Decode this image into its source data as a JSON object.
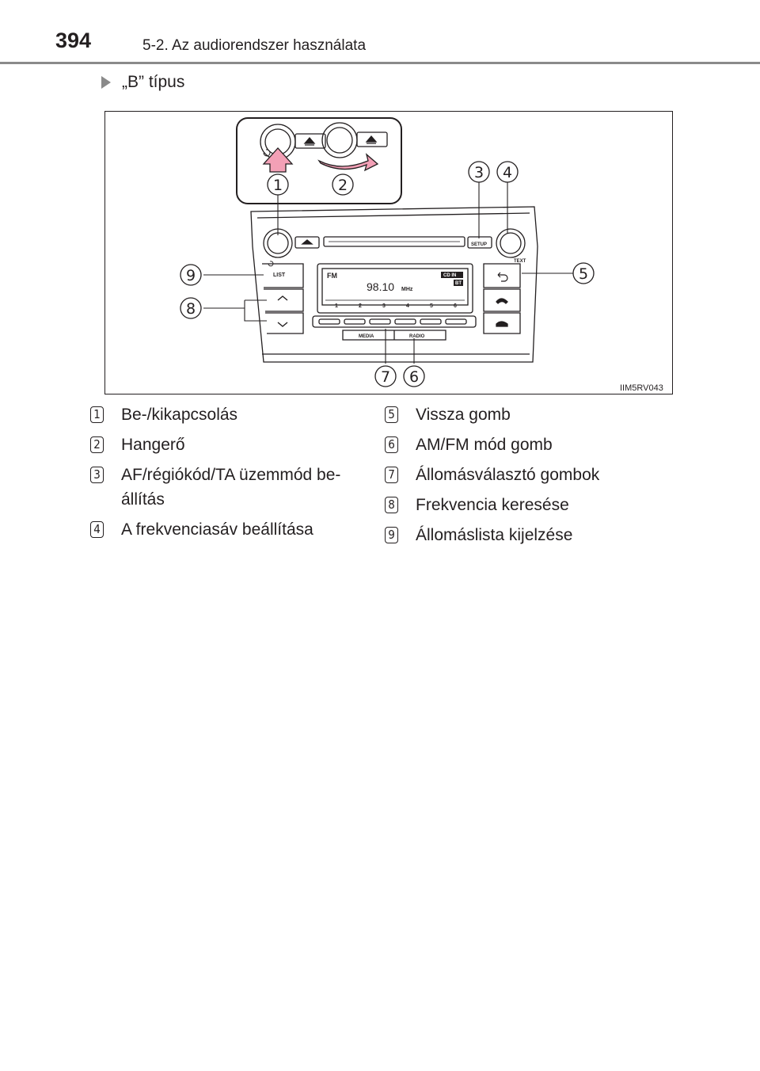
{
  "header": {
    "page_number": "394",
    "chapter_title": "5-2. Az audiorendszer használata"
  },
  "section": {
    "heading": "„B” típus"
  },
  "figure": {
    "code": "IIM5RV043",
    "callouts": [
      "1",
      "2",
      "3",
      "4",
      "5",
      "6",
      "7",
      "8",
      "9"
    ],
    "panel_labels": {
      "setup": "SETUP",
      "text": "TEXT",
      "list": "LIST",
      "media": "MEDIA",
      "radio": "RADIO"
    },
    "display": {
      "band": "FM",
      "frequency": "98.10",
      "unit": "MHz",
      "cd_in": "CD IN",
      "bt": "BT",
      "presets": [
        "1",
        "2",
        "3",
        "4",
        "5",
        "6"
      ]
    }
  },
  "legend": {
    "left": [
      {
        "num": "1",
        "text": "Be-/kikapcsolás"
      },
      {
        "num": "2",
        "text": "Hangerő"
      },
      {
        "num": "3",
        "text": "AF/régiókód/TA üzemmód be-állítás"
      },
      {
        "num": "4",
        "text": "A frekvenciasáv beállítása"
      }
    ],
    "right": [
      {
        "num": "5",
        "text": "Vissza gomb"
      },
      {
        "num": "6",
        "text": "AM/FM mód gomb"
      },
      {
        "num": "7",
        "text": "Állomásválasztó gombok"
      },
      {
        "num": "8",
        "text": "Frekvencia keresése"
      },
      {
        "num": "9",
        "text": "Állomáslista kijelzése"
      }
    ]
  }
}
